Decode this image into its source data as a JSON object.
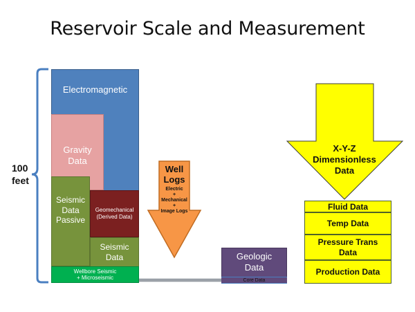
{
  "title": "Reservoir Scale and Measurement",
  "scale": {
    "value": "100",
    "unit": "feet"
  },
  "blocks": {
    "electromagnetic": "Electromagnetic",
    "gravity_line1": "Gravity",
    "gravity_line2": "Data",
    "seismic_passive_line1": "Seismic",
    "seismic_passive_line2": "Data",
    "seismic_passive_line3": "Passive",
    "geomechanical_line1": "Geomechanical",
    "geomechanical_line2": "(Derived Data)",
    "seismic_line1": "Seismic",
    "seismic_line2": "Data",
    "wellbore_line1": "Wellbore Seismic",
    "wellbore_line2": "+ Microseismic"
  },
  "well_logs": {
    "line1": "Well",
    "line2": "Logs",
    "items": [
      "Electric",
      "+",
      "Mechanical",
      "+",
      "Image Logs"
    ]
  },
  "geologic": {
    "line1": "Geologic",
    "line2": "Data",
    "core": "Core Data"
  },
  "xyz": {
    "line1": "X-Y-Z",
    "line2": "Dimensionless",
    "line3": "Data"
  },
  "stack": [
    "Fluid Data",
    "Temp Data",
    "Pressure Trans",
    "Data",
    "Production Data"
  ],
  "colors": {
    "electromagnetic": "#4f81bd",
    "gravity": "#e6a2a2",
    "seismic": "#77933c",
    "geomechanical": "#7b2020",
    "wellbore": "#00b050",
    "well_logs_arrow": "#f79646",
    "geologic": "#604a7b",
    "xyz_arrow": "#ffff00",
    "brace": "#4a7fc0"
  }
}
